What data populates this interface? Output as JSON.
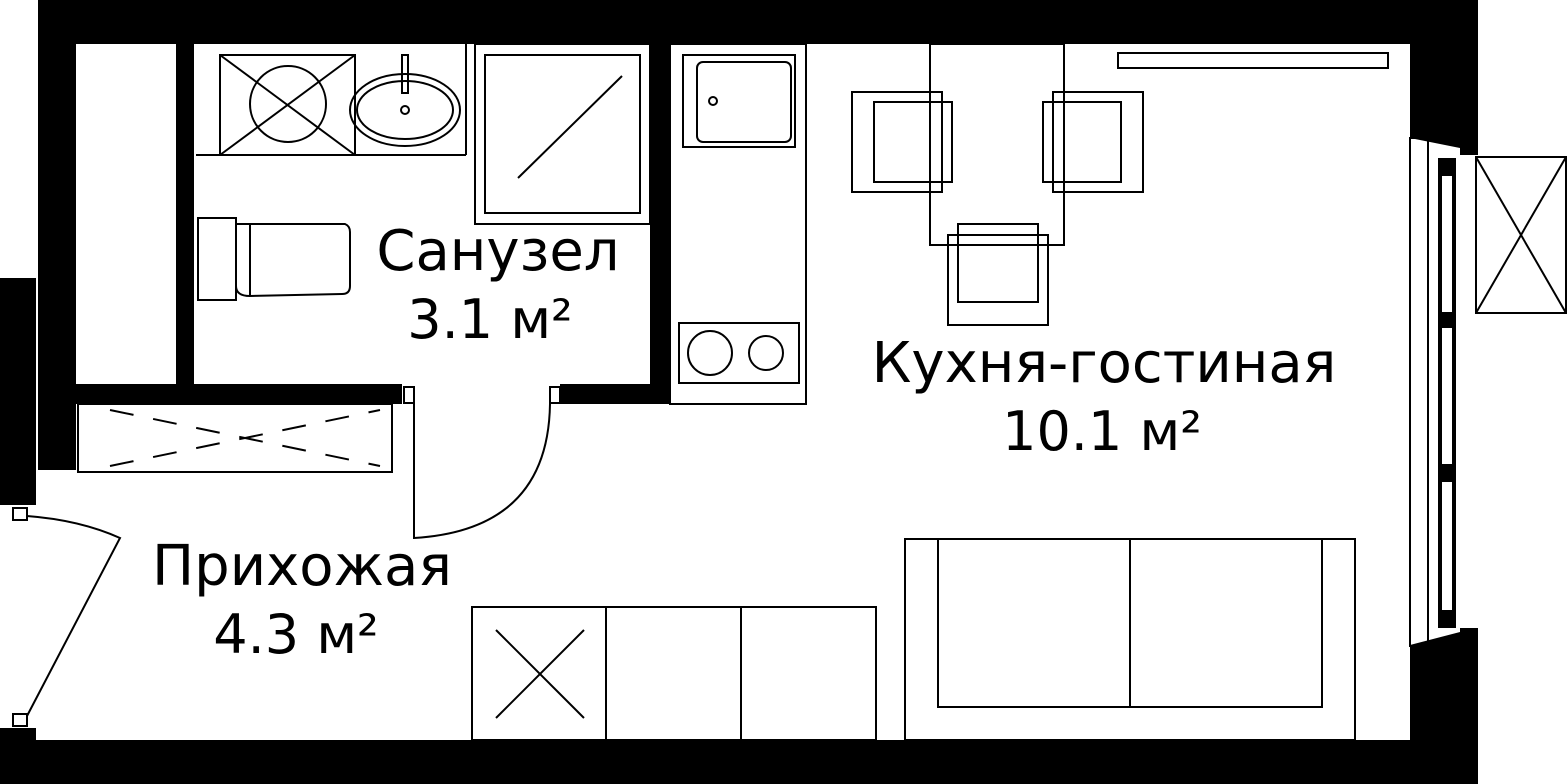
{
  "rooms": {
    "bathroom": {
      "name": "Санузел",
      "area": "3.1 м²"
    },
    "kitchen_living": {
      "name": "Кухня-гостиная",
      "area": "10.1 м²"
    },
    "hallway": {
      "name": "Прихожая",
      "area": "4.3 м²"
    }
  },
  "colors": {
    "wall": "#000000",
    "background": "#ffffff",
    "line": "#000000"
  }
}
